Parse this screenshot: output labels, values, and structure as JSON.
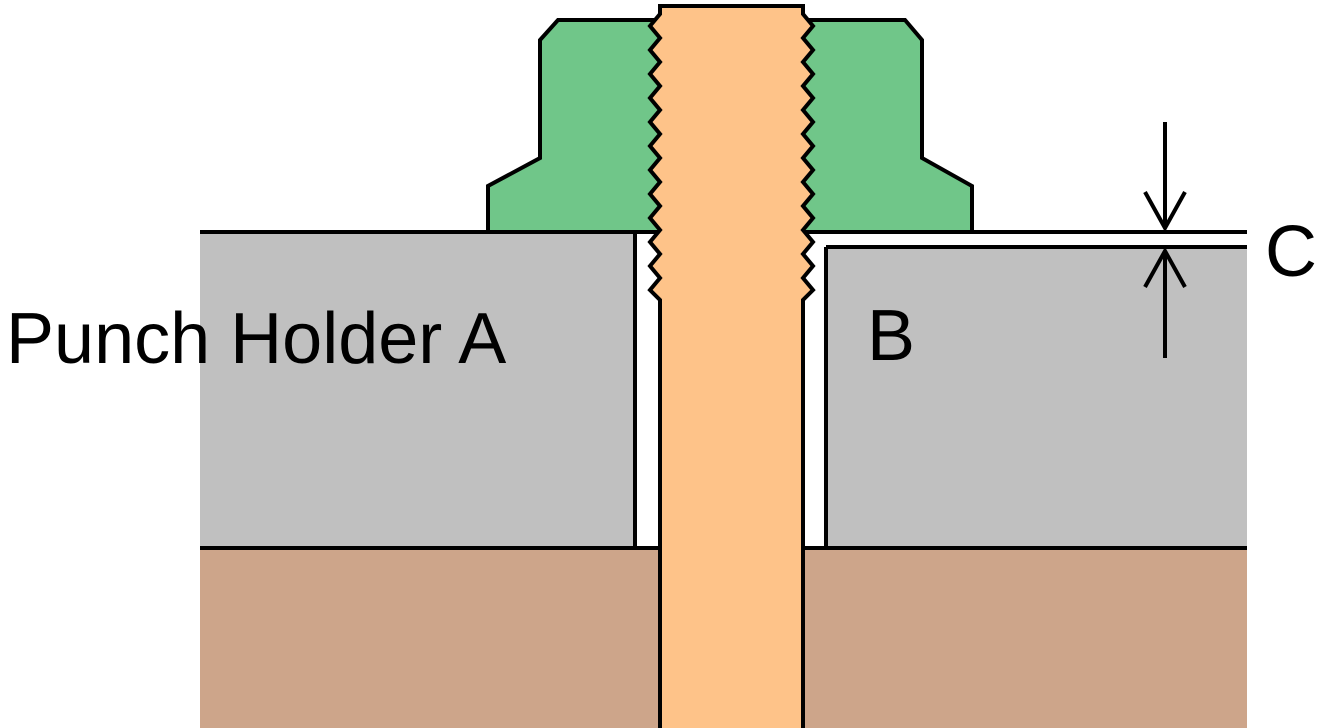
{
  "labels": {
    "holder_a": "Punch Holder A",
    "block_b": "B",
    "gap_c": "C"
  },
  "colors": {
    "holder_fill": "#c0c0c0",
    "base_fill": "#cda58a",
    "bolt_fill": "#fec389",
    "nut_fill": "#70c689",
    "outline": "#000000",
    "background": "#ffffff"
  }
}
